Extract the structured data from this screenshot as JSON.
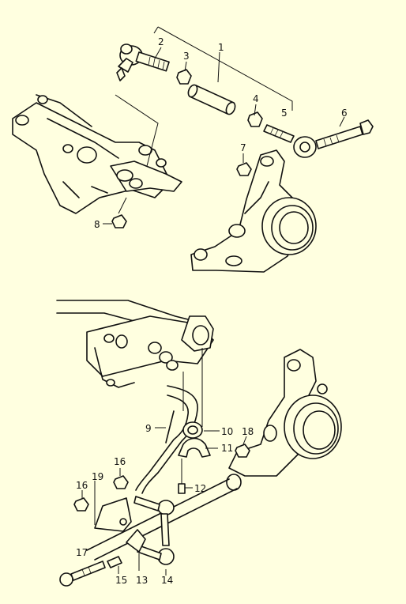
{
  "callouts": [
    {
      "id": "1",
      "text": "1"
    },
    {
      "id": "2",
      "text": "2"
    },
    {
      "id": "3",
      "text": "3"
    },
    {
      "id": "4",
      "text": "4"
    },
    {
      "id": "5",
      "text": "5"
    },
    {
      "id": "6",
      "text": "6"
    },
    {
      "id": "7",
      "text": "7"
    },
    {
      "id": "8",
      "text": "8"
    },
    {
      "id": "9",
      "text": "9"
    },
    {
      "id": "10",
      "text": "10"
    },
    {
      "id": "11",
      "text": "11"
    },
    {
      "id": "12",
      "text": "12"
    },
    {
      "id": "13",
      "text": "13"
    },
    {
      "id": "14",
      "text": "14"
    },
    {
      "id": "15",
      "text": "15"
    },
    {
      "id": "16a",
      "text": "16"
    },
    {
      "id": "16b",
      "text": "16"
    },
    {
      "id": "17",
      "text": "17"
    },
    {
      "id": "18",
      "text": "18"
    },
    {
      "id": "19",
      "text": "19"
    }
  ]
}
